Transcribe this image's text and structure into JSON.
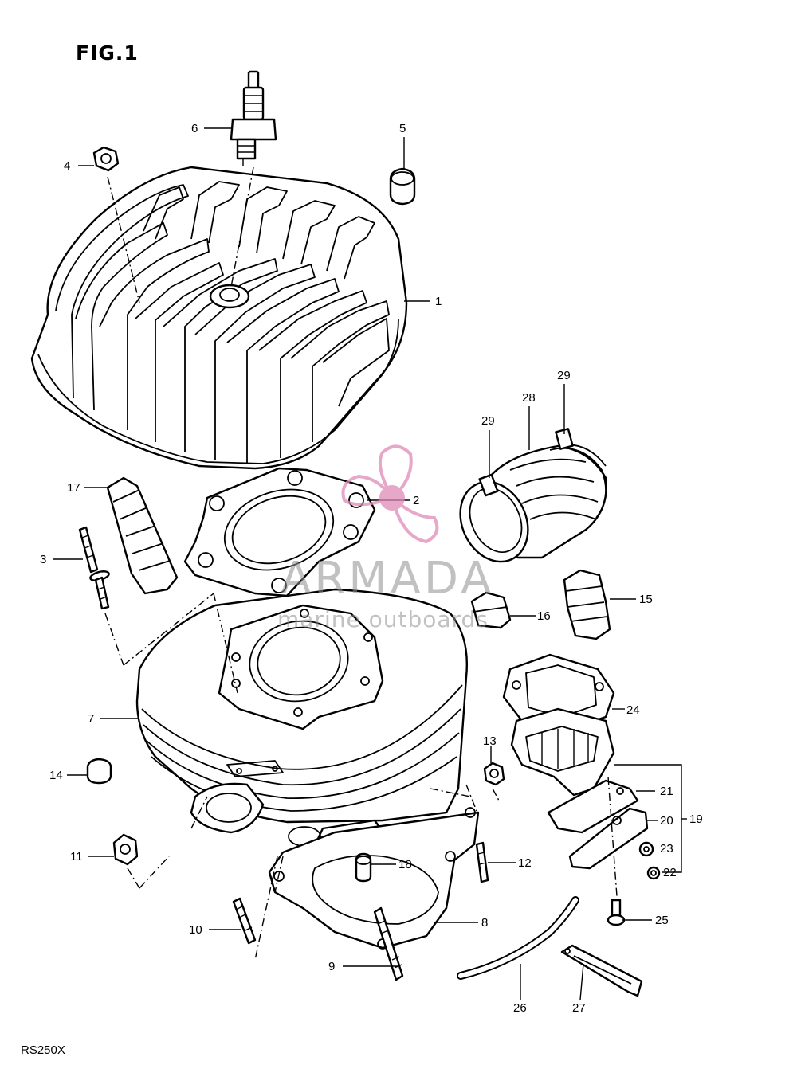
{
  "figure_title": "FIG.1",
  "model_code": "RS250X",
  "watermark": {
    "brand": "ARMADA",
    "tagline": "marine outboards",
    "logo_color": "#e08ab8"
  },
  "callouts": {
    "c1": "1",
    "c2": "2",
    "c3": "3",
    "c4": "4",
    "c5": "5",
    "c6": "6",
    "c7": "7",
    "c8": "8",
    "c9": "9",
    "c10": "10",
    "c11": "11",
    "c12": "12",
    "c13": "13",
    "c14": "14",
    "c15": "15",
    "c16": "16",
    "c17": "17",
    "c18": "18",
    "c19": "19",
    "c20": "20",
    "c21": "21",
    "c22": "22",
    "c23": "23",
    "c24": "24",
    "c25": "25",
    "c26": "26",
    "c27": "27",
    "c28": "28",
    "c29a": "29",
    "c29b": "29"
  }
}
